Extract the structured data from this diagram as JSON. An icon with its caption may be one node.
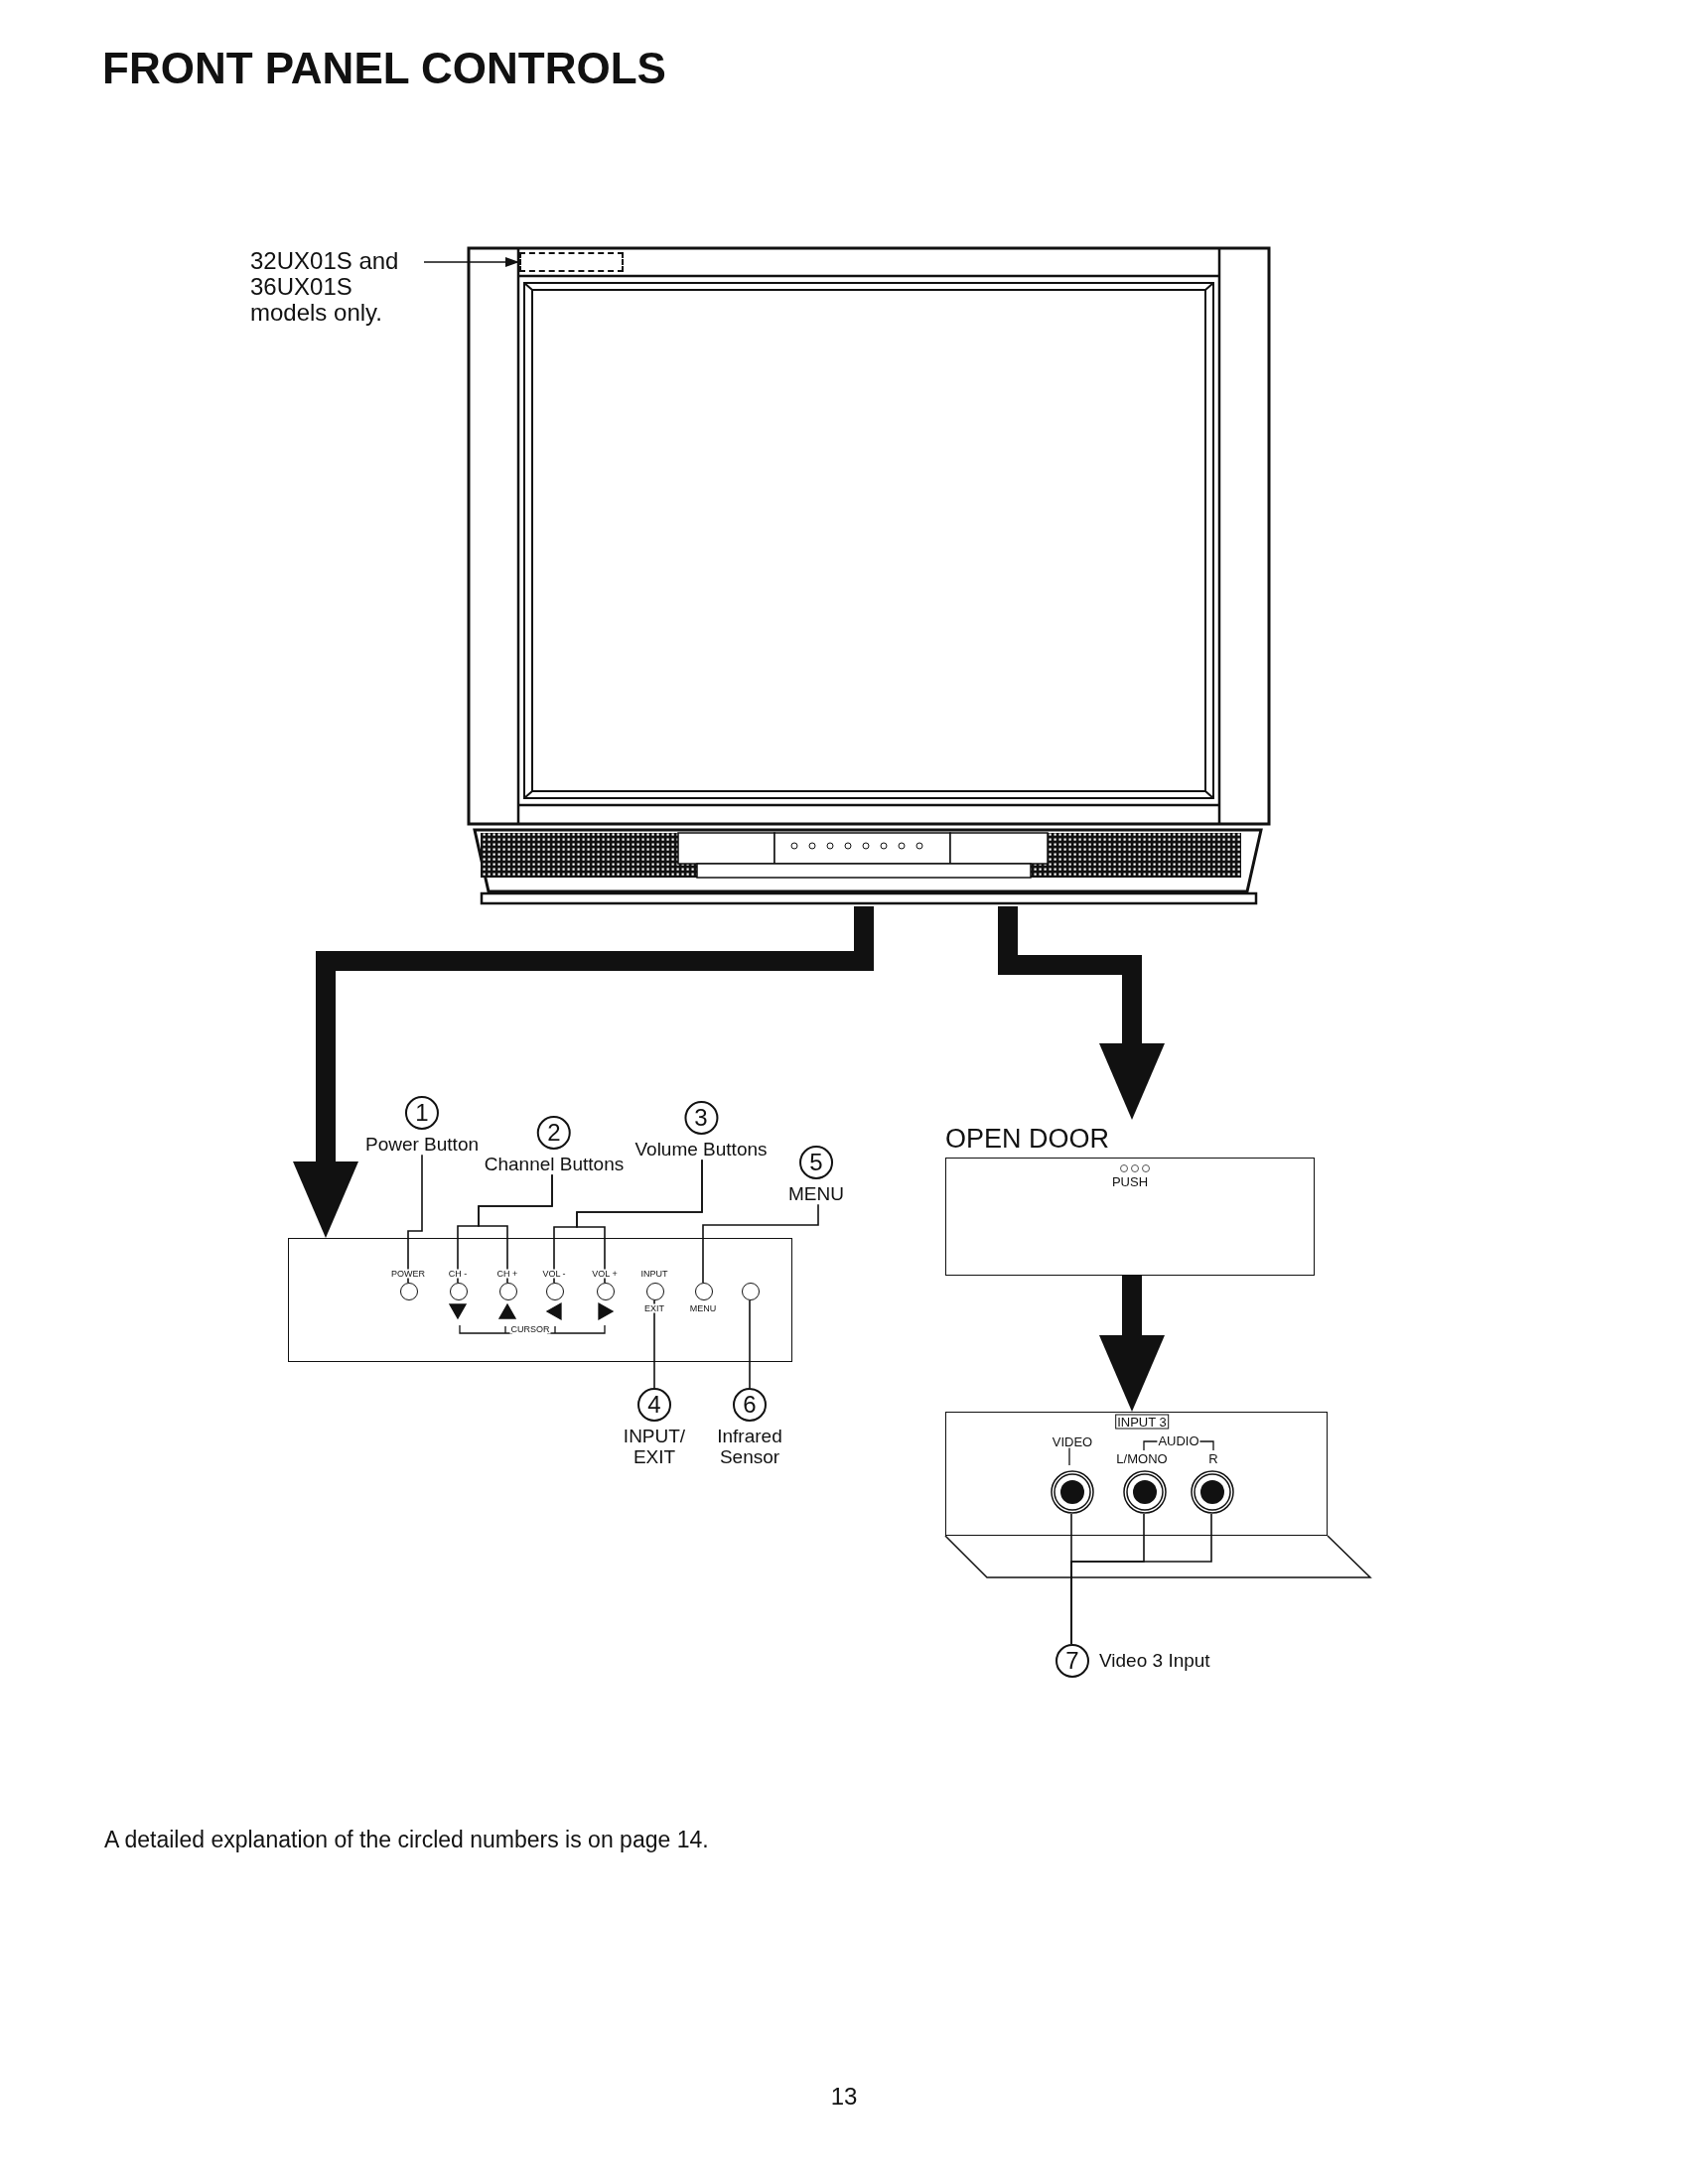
{
  "diagram": {
    "title": "FRONT PANEL CONTROLS",
    "nodes": [
      {
        "text": [
          "32UX01S and 36UX01S models only."
        ]
      },
      {
        "text": [],
        "shape": "box",
        "in": 2
      },
      {
        "text": [],
        "shape": "picture"
      },
      {
        "text": [],
        "shape": "box"
      },
      {
        "text": [],
        "shape": "circle",
        "in": 3,
        "beside": [
          "POWER"
        ]
      },
      {
        "text": [],
        "shape": "circle",
        "in": 3,
        "beside": [
          "CH -"
        ]
      },
      {
        "text": [],
        "shape": "circle",
        "in": 3,
        "beside": [
          "CH +"
        ]
      },
      {
        "text": [],
        "shape": "circle",
        "in": 3,
        "beside": [
          "VOL -"
        ]
      },
      {
        "text": [],
        "shape": "circle",
        "in": 3,
        "beside": [
          "VOL +"
        ]
      },
      {
        "text": [],
        "shape": "circle",
        "in": 3,
        "beside": [
          "INPUT",
          "EXIT"
        ]
      },
      {
        "text": [],
        "shape": "circle",
        "in": 3,
        "beside": [
          "MENU"
        ]
      },
      {
        "text": [],
        "shape": "circle",
        "in": 3
      },
      {
        "text": [
          "1",
          "Power Button"
        ]
      },
      {
        "text": [
          "2",
          "Channel Buttons"
        ]
      },
      {
        "text": [
          "3",
          "Volume Buttons"
        ]
      },
      {
        "text": [
          "5",
          "MENU"
        ]
      },
      {
        "text": [
          "4",
          "INPUT/ EXIT"
        ]
      },
      {
        "text": [
          "6",
          "Infrared Sensor"
        ]
      },
      {
        "text": [
          "OPEN DOOR",
          "PUSH"
        ]
      },
      {
        "text": [],
        "shape": "box"
      },
      {
        "text": [],
        "shape": "circle",
        "in": 19,
        "beside": [
          "VIDEO"
        ]
      },
      {
        "text": [],
        "shape": "circle",
        "in": 19,
        "beside": [
          "L/MONO"
        ]
      },
      {
        "text": [],
        "shape": "circle",
        "in": 19,
        "beside": [
          "R"
        ]
      },
      {
        "text": [
          "7",
          "Video 3 Input"
        ]
      }
    ],
    "edges": [
      {
        "from": 0,
        "to": 1,
        "arrow": "to"
      },
      {
        "from": 2,
        "to": 3,
        "arrow": "to",
        "style": "thick"
      },
      {
        "from": 2,
        "to": 18,
        "arrow": "to",
        "style": "thick"
      },
      {
        "from": 18,
        "to": 19,
        "arrow": "to",
        "style": "thick"
      },
      {
        "from": 12,
        "to": 4,
        "arrow": "none"
      },
      {
        "from": 13,
        "to": 5,
        "arrow": "none"
      },
      {
        "from": 13,
        "to": 6,
        "arrow": "none"
      },
      {
        "from": 14,
        "to": 7,
        "arrow": "none"
      },
      {
        "from": 14,
        "to": 8,
        "arrow": "none"
      },
      {
        "from": 15,
        "to": 10,
        "arrow": "none"
      },
      {
        "from": 16,
        "to": 9,
        "arrow": "none"
      },
      {
        "from": 17,
        "to": 11,
        "arrow": "none"
      },
      {
        "from": 23,
        "to": 20,
        "arrow": "none"
      },
      {
        "from": 23,
        "to": 21,
        "arrow": "none"
      },
      {
        "from": 23,
        "to": 22,
        "arrow": "none"
      }
    ],
    "labels": [
      "CURSOR",
      "INPUT 3",
      "AUDIO",
      "A detailed explanation of the circled numbers is on page 14.",
      "13"
    ]
  }
}
